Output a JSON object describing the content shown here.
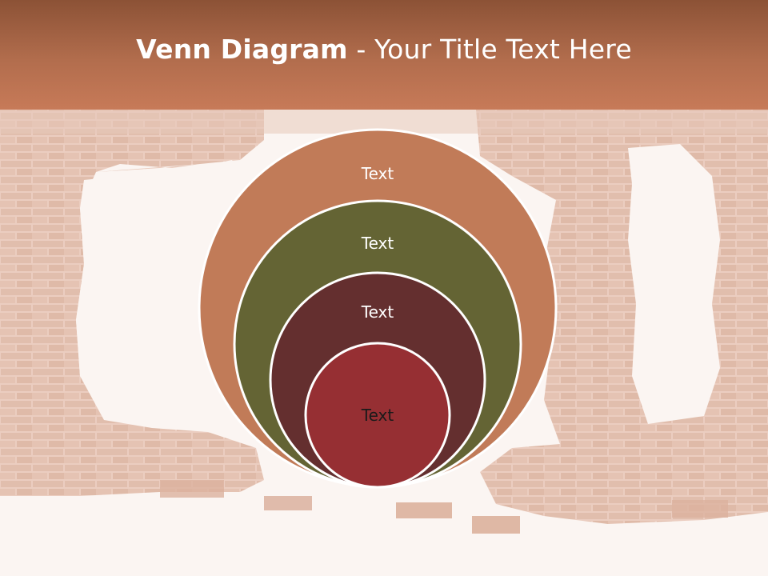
{
  "slide": {
    "title_bold": "Venn Diagram",
    "title_rest": " - Your Title Text Here"
  },
  "diagram": {
    "type": "nested-circles",
    "colors": {
      "outer": "#c17b58",
      "second": "#646434",
      "third": "#642f2f",
      "inner": "#962f33",
      "stroke": "#ffffff",
      "title_bar": "#b26d4d"
    },
    "circles": [
      {
        "label": "Text"
      },
      {
        "label": "Text"
      },
      {
        "label": "Text"
      },
      {
        "label": "Text"
      }
    ]
  }
}
